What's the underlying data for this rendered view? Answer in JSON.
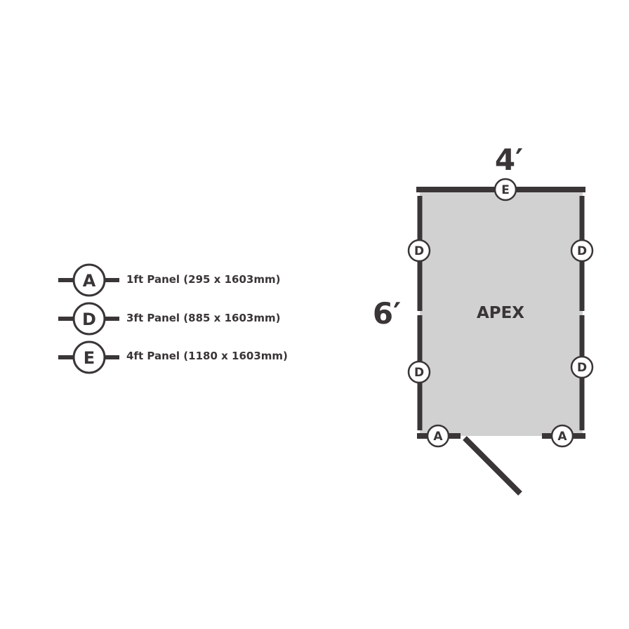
{
  "colors": {
    "wall": "#3a3537",
    "floor": "#d1d1d1",
    "badge_fill": "#ffffff",
    "text": "#3a3537"
  },
  "legend": [
    {
      "code": "A",
      "label": "1ft Panel (295 x 1603mm)"
    },
    {
      "code": "D",
      "label": "3ft Panel (885 x 1603mm)"
    },
    {
      "code": "E",
      "label": "4ft Panel (1180 x 1603mm)"
    }
  ],
  "plan": {
    "width_label": "4′",
    "depth_label": "6′",
    "room_label": "APEX",
    "panels": {
      "top": "E",
      "left_upper": "D",
      "left_lower": "D",
      "right_upper": "D",
      "right_lower": "D",
      "front_left": "A",
      "front_right": "A"
    }
  }
}
